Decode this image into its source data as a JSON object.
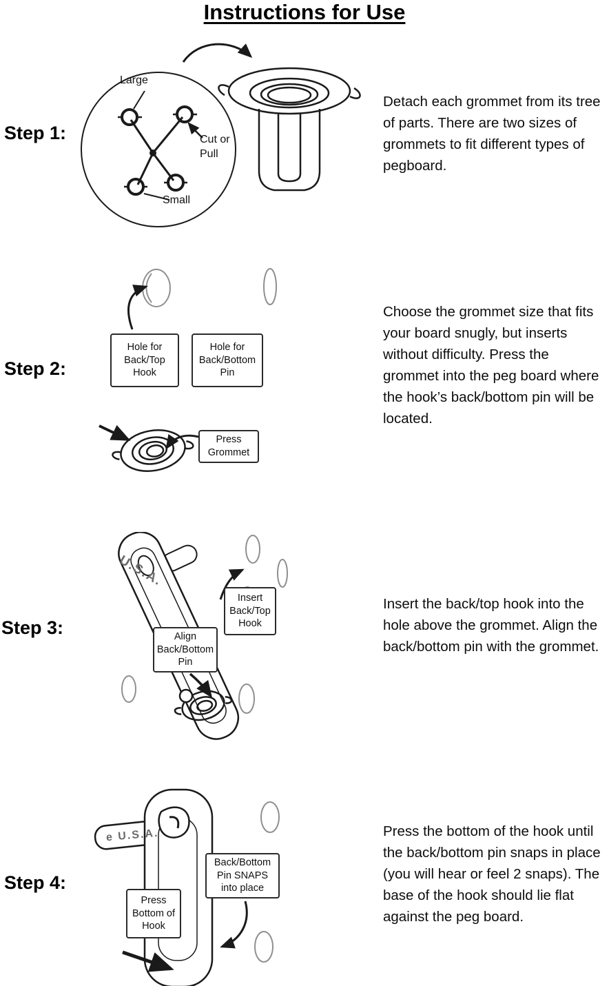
{
  "title": "Instructions for Use",
  "steps": [
    {
      "label": "Step 1:",
      "text": "Detach each grommet from its tree of parts. There are two sizes of grommets to fit different types of pegboard.",
      "fig": {
        "large_label": "Large",
        "small_label": "Small",
        "cut_or_pull_label": "Cut or Pull"
      }
    },
    {
      "label": "Step 2:",
      "text": "Choose the grommet size that fits your board snugly, but inserts without difficulty. Press the grommet into the peg board where the hook’s back/bottom pin will be located.",
      "fig": {
        "hole_top_label": "Hole for Back/Top Hook",
        "hole_bottom_label": "Hole for Back/Bottom Pin",
        "press_label": "Press Grommet"
      }
    },
    {
      "label": "Step 3:",
      "text": "Insert the back/top hook into the hole above the grommet. Align the back/bottom pin with the grommet.",
      "fig": {
        "usa_label": "U.S.A.",
        "insert_label": "Insert Back/Top Hook",
        "align_label": "Align Back/Bottom Pin"
      }
    },
    {
      "label": "Step 4:",
      "text": "Press the bottom of the hook until the back/bottom pin snaps in place (you will hear or feel 2 snaps). The base of the hook should lie flat against the peg board.",
      "fig": {
        "usa_label": "e U.S.A.",
        "snaps_label": "Back/Bottom Pin SNAPS into place",
        "press_label": "Press Bottom of Hook"
      }
    }
  ]
}
